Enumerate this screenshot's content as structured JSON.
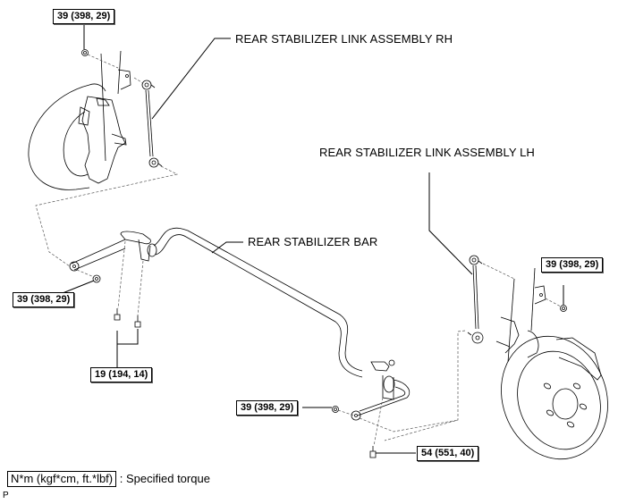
{
  "diagram": {
    "title": "Rear stabilizer bar components",
    "part_labels": {
      "link_rh": "REAR STABILIZER LINK ASSEMBLY RH",
      "link_lh": "REAR STABILIZER LINK ASSEMBLY LH",
      "stabilizer_bar": "REAR STABILIZER BAR"
    },
    "torque_specs": {
      "top_left_nut": "39 (398, 29)",
      "left_link_nut": "39 (398, 29)",
      "bracket_bolts": "19 (194, 14)",
      "right_link_nut": "39 (398, 29)",
      "right_strut_nut": "39 (398, 29)",
      "bottom_bolt": "54 (551, 40)"
    },
    "legend": {
      "unit_box": "N*m (kgf*cm, ft.*lbf)",
      "description": ": Specified torque"
    },
    "figure_code": "P"
  }
}
